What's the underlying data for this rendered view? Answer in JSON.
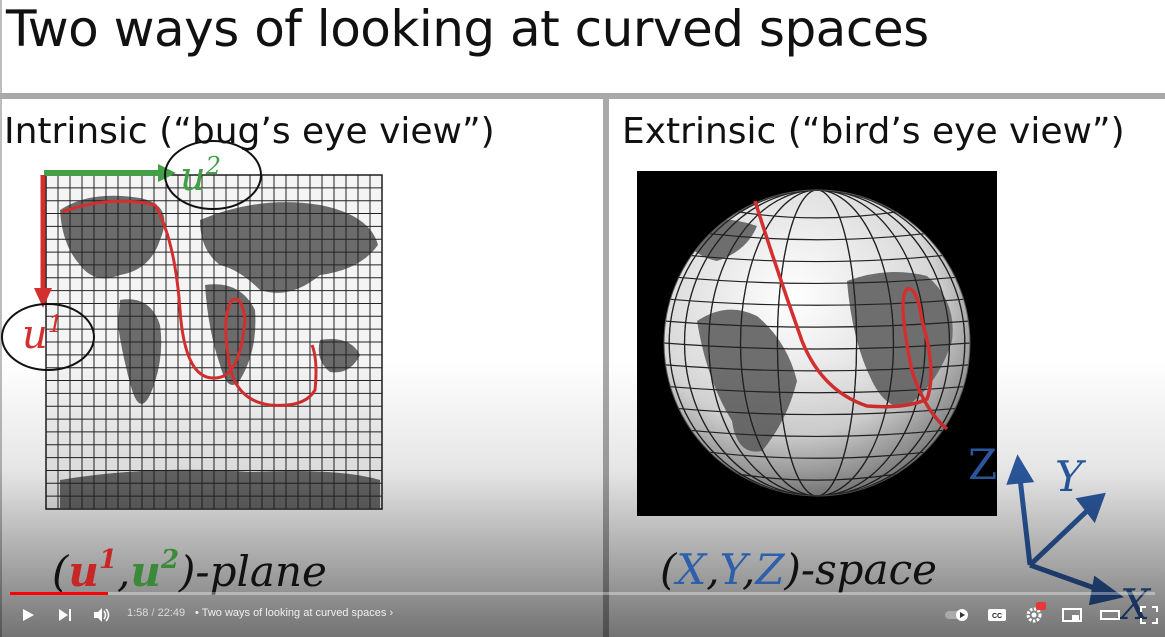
{
  "slide": {
    "title": "Two ways of looking at curved spaces",
    "left_heading": "Intrinsic (“bug’s eye view”)",
    "right_heading": "Extrinsic (“bird’s eye view”)",
    "left_caption": {
      "open": "(",
      "u1": "u",
      "u1_sup": "1",
      "comma": ",",
      "u2": "u",
      "u2_sup": "2",
      "close": ")-plane"
    },
    "right_caption": {
      "open": "(",
      "x": "X",
      "c1": ",",
      "y": "Y",
      "c2": ",",
      "z": "Z",
      "close": ")-space"
    },
    "left_labels": {
      "u_top": "u",
      "u_top_sup": "2",
      "u_left": "u",
      "u_left_sup": "1"
    },
    "right_axes": {
      "z": "Z",
      "y": "Y",
      "x": "X"
    }
  },
  "player": {
    "time_current": "1:58",
    "time_separator": " / ",
    "time_total": "22:49",
    "title_separator": " • ",
    "video_title": "Two ways of looking at curved spaces",
    "title_chevron": "›",
    "progress": 0.086,
    "colors": {
      "progress": "#ff0000"
    }
  },
  "colors": {
    "red": "#d32f2f",
    "green": "#43a047",
    "blue": "#2e5faa"
  }
}
